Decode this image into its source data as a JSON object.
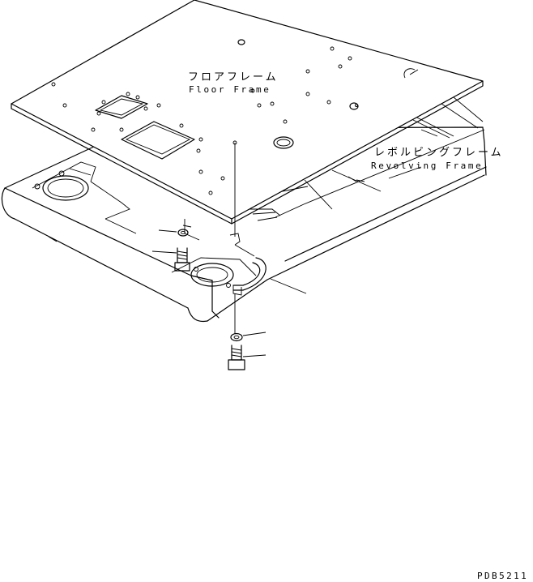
{
  "labels": {
    "floor_frame_jp": "フロアフレーム",
    "floor_frame_en": "Floor Frame",
    "revolving_frame_jp": "レボルビングフレーム",
    "revolving_frame_en": "Revolving Frame",
    "drawing_code": "PDB5211"
  },
  "colors": {
    "line": "#000000",
    "background": "#ffffff"
  }
}
